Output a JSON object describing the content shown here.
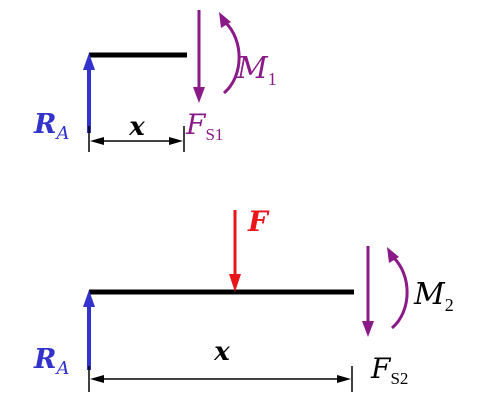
{
  "colors": {
    "beam": "#000000",
    "reaction": "#3333cc",
    "shear_moment": "#8b1a89",
    "load": "#e8151b",
    "dimension": "#000000"
  },
  "diagram1": {
    "reaction_label": "R",
    "reaction_sub": "A",
    "distance_label": "x",
    "shear_label": "F",
    "shear_sub": "S1",
    "moment_label": "M",
    "moment_sub": "1"
  },
  "diagram2": {
    "reaction_label": "R",
    "reaction_sub": "A",
    "load_label": "F",
    "distance_label": "x",
    "shear_label": "F",
    "shear_sub": "S2",
    "moment_label": "M",
    "moment_sub": "2"
  }
}
